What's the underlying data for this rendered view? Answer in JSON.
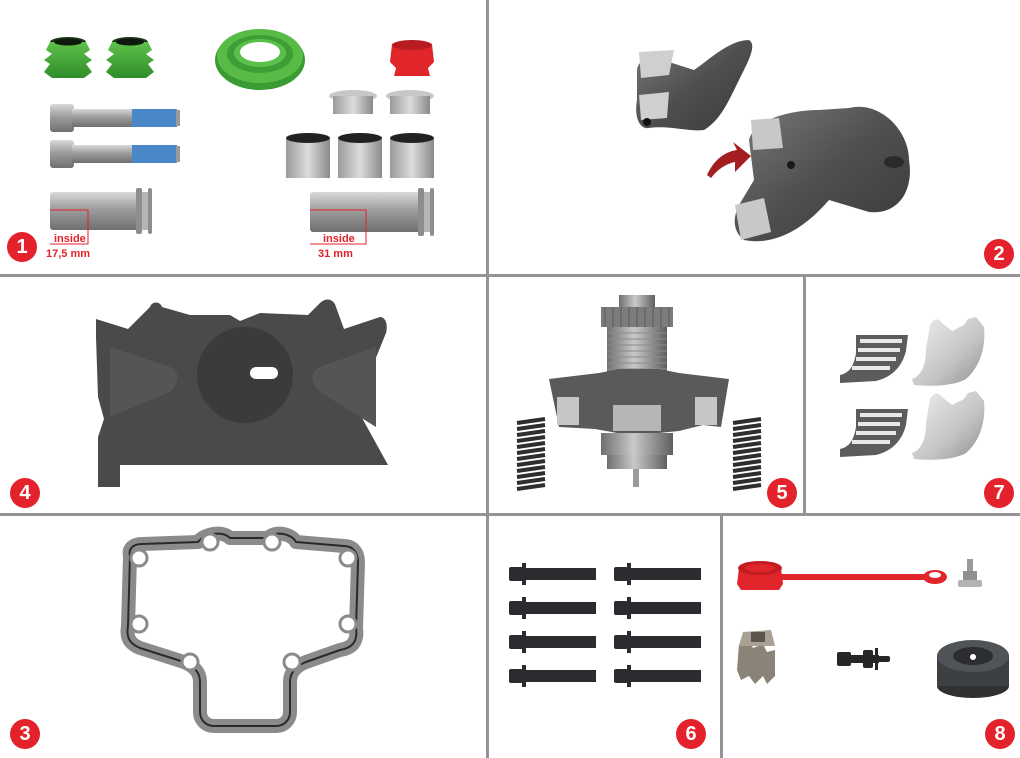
{
  "colors": {
    "badge": "#e3222b",
    "divider": "#939497",
    "background": "#ffffff",
    "annotation": "#e3222b"
  },
  "panels": [
    {
      "id": 1,
      "badge": "1",
      "contents": [
        "green bellows boot x2",
        "cap screw with blue thread lock x2",
        "guide sleeve short",
        "green ring seal",
        "red cap",
        "grey cap x2",
        "steel bushing x3",
        "guide sleeve long"
      ],
      "annotations": [
        {
          "label": "inside",
          "value": "17,5 mm"
        },
        {
          "label": "inside",
          "value": "31 mm"
        }
      ]
    },
    {
      "id": 2,
      "badge": "2",
      "contents": [
        "lever casting pair (before)",
        "lever casting pair (after)",
        "red curved arrow"
      ]
    },
    {
      "id": 3,
      "badge": "3",
      "contents": [
        "housing gasket with 8 bolt holes"
      ]
    },
    {
      "id": 4,
      "badge": "4",
      "contents": [
        "dark grey pad retainer plate with round recess and slot"
      ]
    },
    {
      "id": 5,
      "badge": "5",
      "contents": [
        "adjuster mechanism with gear and bridge",
        "compression spring x2"
      ]
    },
    {
      "id": 6,
      "badge": "6",
      "contents": [
        "12-point flange bolt x8"
      ]
    },
    {
      "id": 7,
      "badge": "7",
      "contents": [
        "needle bearing cage x2",
        "bearing shell x2"
      ]
    },
    {
      "id": 8,
      "badge": "8",
      "contents": [
        "red cap with strap",
        "shoulder pin",
        "pinion gear",
        "black adjuster stud",
        "black rubber bush"
      ]
    }
  ]
}
